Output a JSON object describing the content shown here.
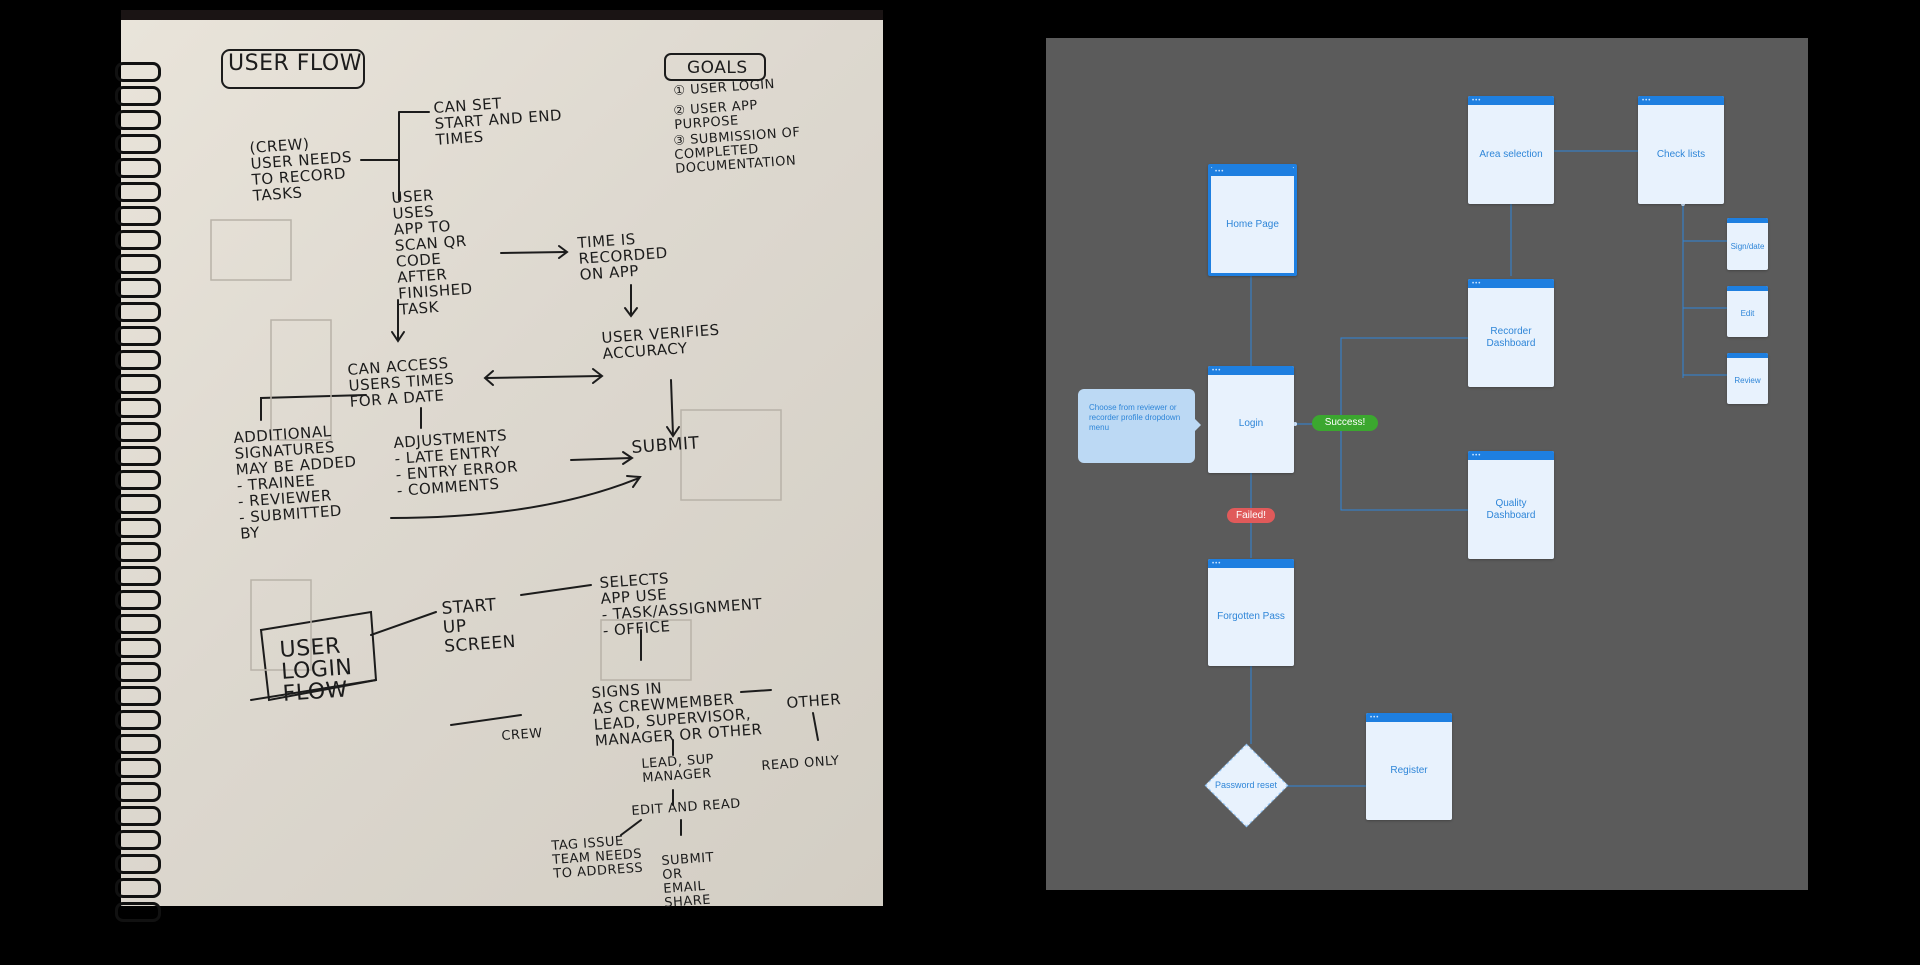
{
  "sketch": {
    "title": "USER FLOW",
    "goals_title": "GOALS",
    "goals": [
      "USER LOGIN",
      "USER APP PURPOSE",
      "SUBMISSION OF COMPLETED DOCUMENTATION"
    ],
    "user_needs": "(CREW)\nUSER NEEDS\nTO RECORD\nTASKS",
    "can_set": "CAN SET\nSTART AND END\nTIMES",
    "user_uses_app": "USER\nUSES\nAPP TO\nSCAN QR\nCODE\nAFTER\nFINISHED\nTASK",
    "time_recorded": "TIME IS\nRECORDED\nON APP",
    "user_verifies": "USER VERIFIES\nACCURACY",
    "can_access": "CAN ACCESS\nUSERS TIMES\nFOR A DATE",
    "additional": "ADDITIONAL\nSIGNATURES\nMAY BE ADDED\n- TRAINEE\n- REVIEWER\n- SUBMITTED\nBY",
    "adjustments": "ADJUSTMENTS\n- LATE ENTRY\n- ENTRY ERROR\n- COMMENTS",
    "submit": "SUBMIT",
    "user_login_flow": "USER\nLOGIN\nFLOW",
    "start_screen": "START\nUP\nSCREEN",
    "selects_app_use": "SELECTS\nAPP USE\n- TASK/ASSIGNMENT\n- OFFICE",
    "signs_in": "SIGNS IN\nAS CREWMEMBER\nLEAD, SUPERVISOR,\nMANAGER OR OTHER",
    "crew": "CREW",
    "other": "OTHER",
    "lead_sup": "LEAD, SUP\nMANAGER",
    "read_only": "READ ONLY",
    "edit_read": "EDIT AND READ",
    "tag_issue": "TAG ISSUE\nTEAM NEEDS\nTO ADDRESS",
    "submit_email": "SUBMIT\nOR\nEMAIL\nSHARE",
    "numbers": [
      "1",
      "2",
      "3"
    ]
  },
  "wireframe": {
    "screen_dots": "•••",
    "screens": {
      "home": "Home Page",
      "area": "Area selection",
      "check": "Check lists",
      "signdate": "Sign/date",
      "edit": "Edit",
      "review": "Review",
      "recorder": "Recorder Dashboard",
      "login": "Login",
      "quality": "Quality Dashboard",
      "forgotten": "Forgotten Pass",
      "register": "Register"
    },
    "callout": "Choose from reviewer or recorder profile dropdown menu",
    "success": "Success!",
    "failed": "Failed!",
    "password_reset": "Password reset",
    "colors": {
      "canvas": "#5b5b5b",
      "screen_bar": "#1e7fe0",
      "screen_bg": "#e8f2fd",
      "success": "#3ba72f",
      "failed": "#e05a5a"
    }
  }
}
